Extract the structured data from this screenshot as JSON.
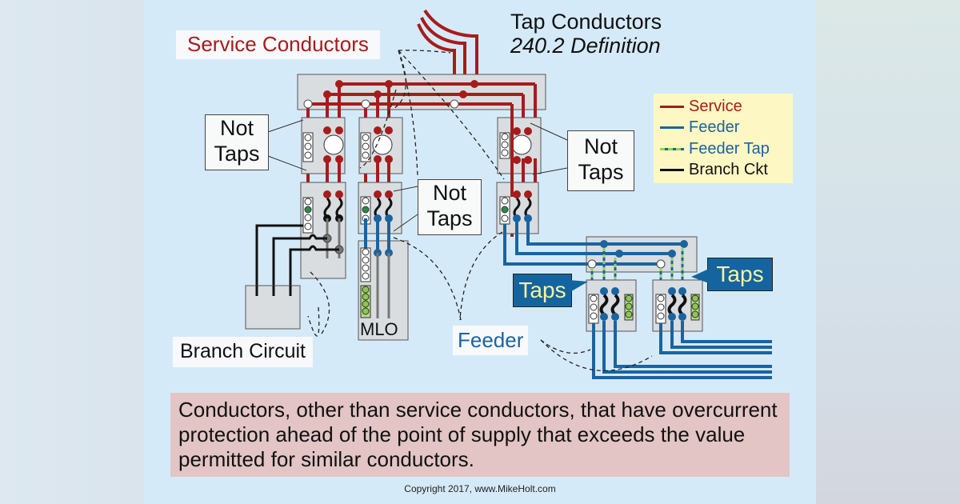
{
  "title": {
    "line1": "Tap Conductors",
    "line2": "240.2 Definition"
  },
  "labels": {
    "service_conductors": "Service Conductors",
    "branch_circuit": "Branch Circuit",
    "mlo": "MLO",
    "feeder": "Feeder"
  },
  "callouts": {
    "not_taps_left": [
      "Not",
      "Taps"
    ],
    "not_taps_middle": [
      "Not",
      "Taps"
    ],
    "not_taps_right": [
      "Not",
      "Taps"
    ],
    "taps_left": "Taps",
    "taps_right": "Taps"
  },
  "legend": {
    "items": [
      {
        "label": "Service",
        "color": "#a61c1c",
        "style": "solid",
        "icon": "service-line-swatch"
      },
      {
        "label": "Feeder",
        "color": "#1a64a0",
        "style": "solid",
        "icon": "feeder-line-swatch"
      },
      {
        "label": "Feeder Tap",
        "color": "#1a64a0",
        "accent": "#9acd5a",
        "style": "dashed",
        "icon": "feeder-tap-line-swatch"
      },
      {
        "label": "Branch Ckt",
        "color": "#111111",
        "style": "solid",
        "icon": "branch-line-swatch"
      }
    ]
  },
  "definition": {
    "text": "Conductors, other than service conductors, that have overcurrent protection ahead of the point of supply that exceeds the value permitted for similar conductors."
  },
  "copyright": "Copyright 2017, www.MikeHolt.com",
  "colors": {
    "service": "#a61c1c",
    "feeder": "#1a64a0",
    "feeder_tap_accent": "#9acd5a",
    "branch": "#111111",
    "slide_bg": "#d5eaf8",
    "panel_fill": "#d9dde0",
    "legend_bg": "#fdf7c3",
    "definition_bg": "#e2c5c4",
    "taps_callout_bg": "#1464a0",
    "taps_callout_text": "#f6f2a4"
  }
}
